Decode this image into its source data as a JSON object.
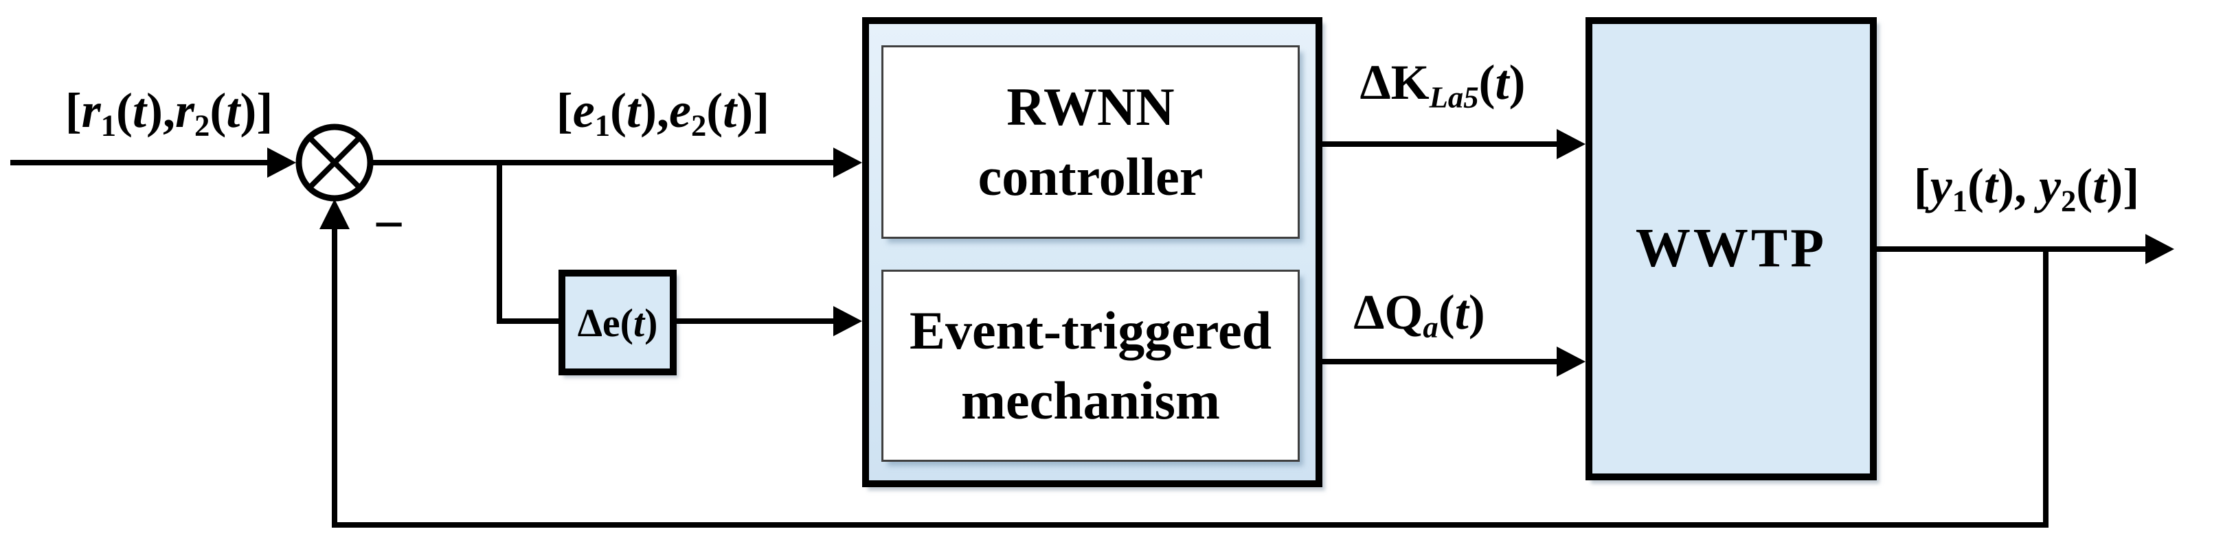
{
  "colors": {
    "box_fill": "#d8e9f6",
    "box_fill_deep": "#cfe2f2",
    "line": "#000000",
    "inner_border": "#3f3f3f",
    "background": "#ffffff"
  },
  "junction": {
    "minus_sign": "−"
  },
  "signals": {
    "reference": [
      {
        "t": "["
      },
      {
        "t": "r",
        "i": true
      },
      {
        "t": "1",
        "sub": true
      },
      {
        "t": "("
      },
      {
        "t": "t",
        "i": true
      },
      {
        "t": "),"
      },
      {
        "t": "r",
        "i": true
      },
      {
        "t": "2",
        "sub": true
      },
      {
        "t": "("
      },
      {
        "t": "t",
        "i": true
      },
      {
        "t": ")]"
      }
    ],
    "error": [
      {
        "t": "["
      },
      {
        "t": "e",
        "i": true
      },
      {
        "t": "1",
        "sub": true
      },
      {
        "t": "("
      },
      {
        "t": "t",
        "i": true
      },
      {
        "t": "),"
      },
      {
        "t": "e",
        "i": true
      },
      {
        "t": "2",
        "sub": true
      },
      {
        "t": "("
      },
      {
        "t": "t",
        "i": true
      },
      {
        "t": ")]"
      }
    ],
    "delta_error": [
      {
        "t": "Δe("
      },
      {
        "t": "t",
        "i": true
      },
      {
        "t": ")"
      }
    ],
    "kla5": [
      {
        "t": "ΔK"
      },
      {
        "t": "La5",
        "sub": true,
        "i": true
      },
      {
        "t": "("
      },
      {
        "t": "t",
        "i": true
      },
      {
        "t": ")"
      }
    ],
    "qa": [
      {
        "t": "ΔQ"
      },
      {
        "t": "a",
        "sub": true,
        "i": true
      },
      {
        "t": "("
      },
      {
        "t": "t",
        "i": true
      },
      {
        "t": ")"
      }
    ],
    "output": [
      {
        "t": "["
      },
      {
        "t": "y",
        "i": true
      },
      {
        "t": "1",
        "sub": true
      },
      {
        "t": "("
      },
      {
        "t": "t",
        "i": true
      },
      {
        "t": "), "
      },
      {
        "t": "y",
        "i": true
      },
      {
        "t": "2",
        "sub": true
      },
      {
        "t": "("
      },
      {
        "t": "t",
        "i": true
      },
      {
        "t": ")]"
      }
    ]
  },
  "blocks": {
    "rwnn": {
      "line1": "RWNN",
      "line2": "controller"
    },
    "event": {
      "line1": "Event-triggered",
      "line2": "mechanism"
    },
    "wwtp": {
      "label": "WWTP"
    }
  }
}
